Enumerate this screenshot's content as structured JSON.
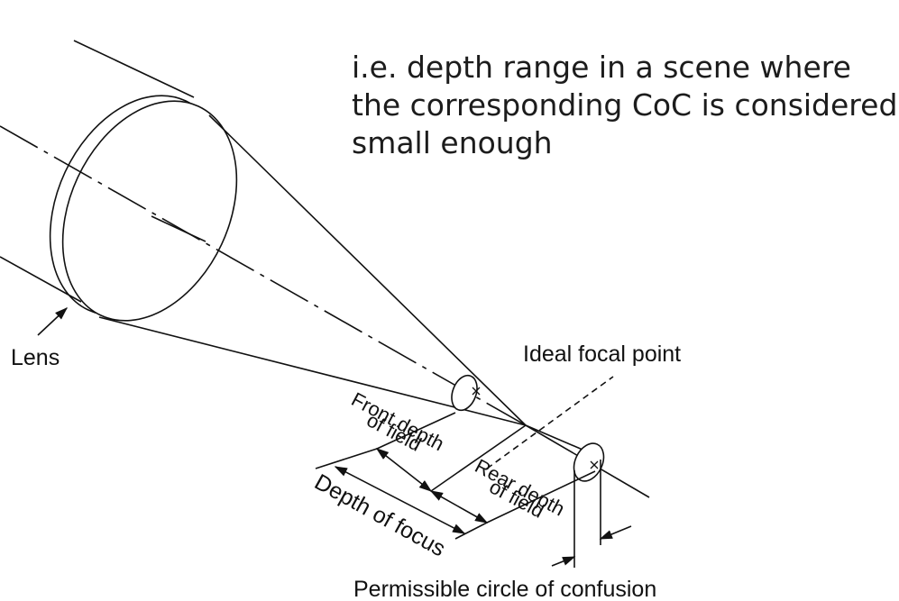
{
  "caption": {
    "lines": [
      "i.e. depth range in a scene where",
      "the corresponding CoC is considered",
      "small enough"
    ]
  },
  "diagram": {
    "lens_label": "Lens",
    "ideal_focal_point_label": "Ideal focal point",
    "front_depth_line1": "Front depth",
    "front_depth_line2": "of field",
    "rear_depth_line1": "Rear depth",
    "rear_depth_line2": "of field",
    "depth_of_focus_label": "Depth of focus",
    "coc_label": "Permissible circle of confusion"
  },
  "colors": {
    "line": "#111111",
    "text": "#1c1c1c"
  }
}
